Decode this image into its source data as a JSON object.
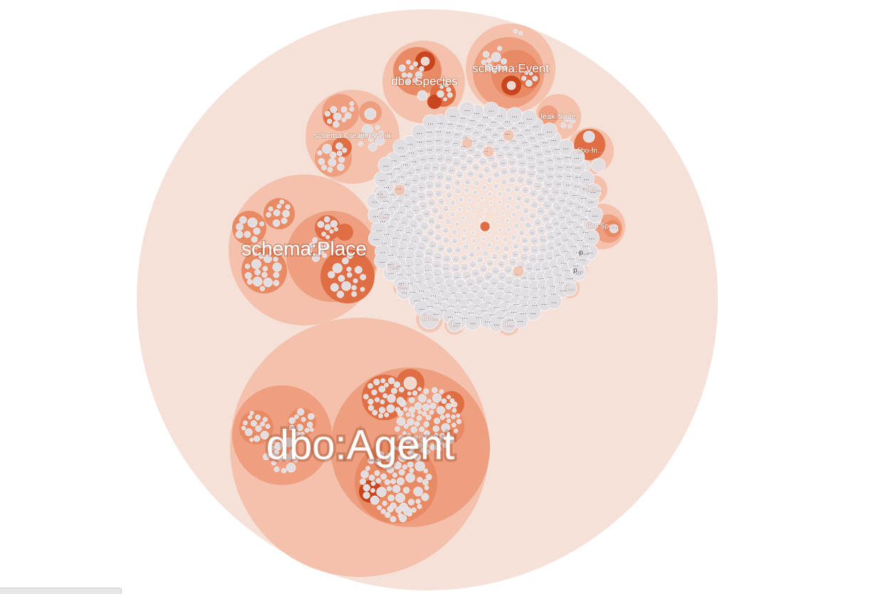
{
  "colors": {
    "outer": "#f6e1d8",
    "group": "#f3c1ac",
    "groupStrong": "#ee9f7f",
    "mid": "#e88a64",
    "deep": "#e06e45",
    "darkest": "#c9451d",
    "leaf": "#e1dde0",
    "leafBorder": "#ffffff"
  },
  "labels": {
    "agent": "dbo:Agent",
    "place": "schema:Place",
    "species": "dbo:Species",
    "event": "schema:Event",
    "creative_work": "schema:CreativeWork",
    "leak": "leak:Node",
    "fibo": "fibo-fn...",
    "dbo_dots": "dbo...",
    "dbo_spo": "dbo:Spo...",
    "p1": "p...",
    "p2": "p...",
    "d_dots": "d...",
    "s_dots": "s...",
    "f_dots": "f...",
    "ellipsis": "..."
  }
}
